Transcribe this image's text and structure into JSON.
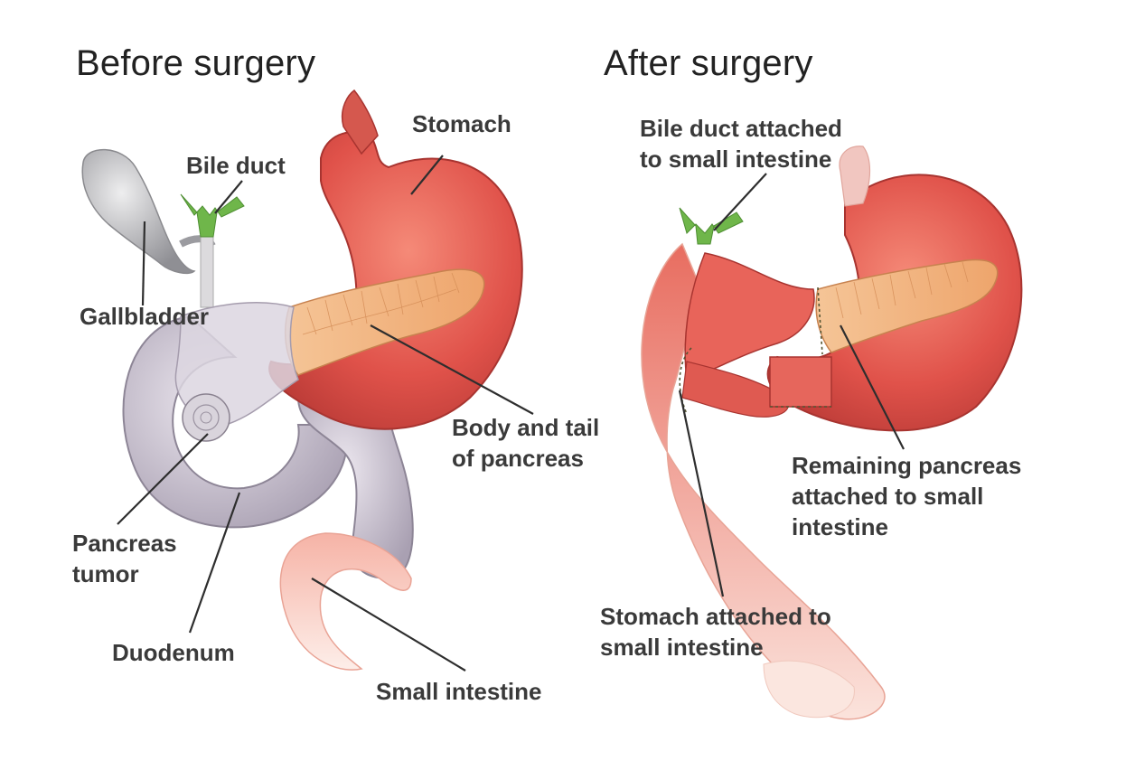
{
  "headings": {
    "before": "Before surgery",
    "after": "After surgery"
  },
  "before_labels": {
    "stomach": "Stomach",
    "bile_duct": "Bile duct",
    "gallbladder": "Gallbladder",
    "body_tail_line1": "Body and tail",
    "body_tail_line2": "of pancreas",
    "tumor_line1": "Pancreas",
    "tumor_line2": "tumor",
    "duodenum": "Duodenum",
    "small_intestine": "Small intestine"
  },
  "after_labels": {
    "bile_duct_line1": "Bile duct attached",
    "bile_duct_line2": "to small intestine",
    "remaining_line1": "Remaining pancreas",
    "remaining_line2": "attached to small",
    "remaining_line3": "intestine",
    "stomach_attached_line1": "Stomach attached to",
    "stomach_attached_line2": "small intestine"
  },
  "colors": {
    "stomach": "#e0524a",
    "pancreas": "#f2b07c",
    "duodenum": "#c9c2cf",
    "bile_duct": "#6fb64a",
    "gallbladder": "#b7b7ba",
    "intestine_fade": "#f4d4cb"
  }
}
